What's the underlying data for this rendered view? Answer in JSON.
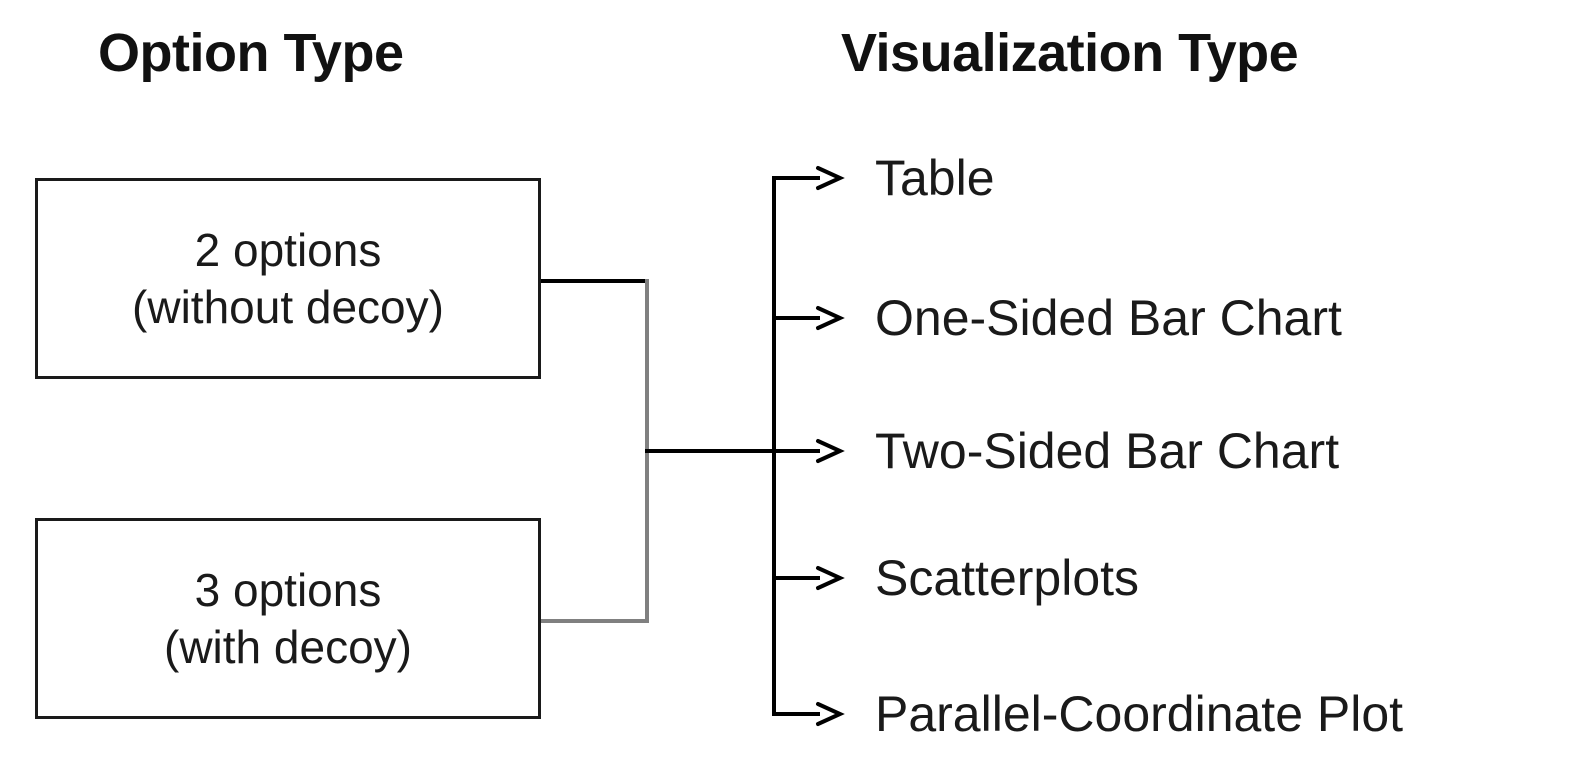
{
  "diagram": {
    "title_columns": {
      "option_type": "Option Type",
      "visualization_type": "Visualization Type"
    },
    "option_types": [
      {
        "line1": "2 options",
        "line2": "(without decoy)"
      },
      {
        "line1": "3 options",
        "line2": "(with decoy)"
      }
    ],
    "visualization_types": [
      {
        "label": "Table"
      },
      {
        "label": "One-Sided Bar Chart"
      },
      {
        "label": "Two-Sided Bar Chart"
      },
      {
        "label": "Scatterplots"
      },
      {
        "label": "Parallel-Coordinate Plot"
      }
    ],
    "colors": {
      "background": "#ffffff",
      "stroke": "#000000",
      "bracket_stroke": "#808080",
      "text": "#1a1a1a"
    }
  }
}
